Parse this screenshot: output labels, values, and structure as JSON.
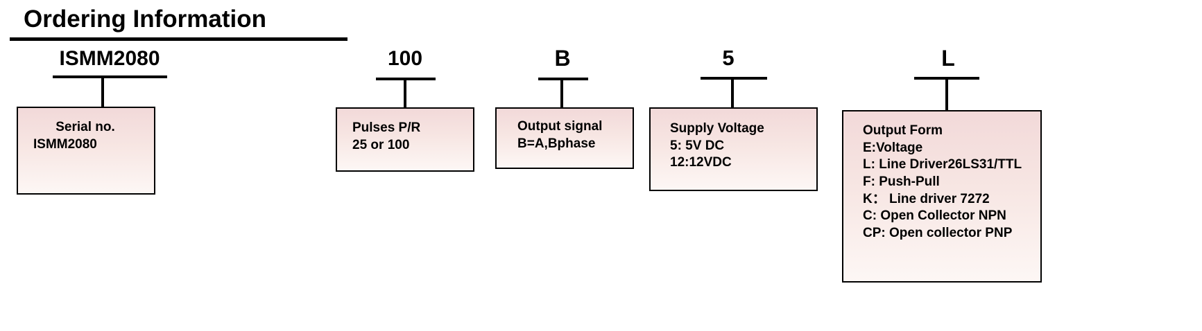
{
  "document": {
    "title": "Ordering Information"
  },
  "model": {
    "code": "ISMM2080"
  },
  "columns": [
    {
      "id": "serial-no",
      "code": "ISMM2080",
      "box_lines": [
        "Serial no.",
        "ISMM2080"
      ]
    },
    {
      "id": "pulses",
      "code": "100",
      "box_lines": [
        "Pulses P/R",
        "25 or 100"
      ]
    },
    {
      "id": "output-signal",
      "code": "B",
      "box_lines": [
        "Output signal",
        "B=A,Bphase"
      ]
    },
    {
      "id": "supply-voltage",
      "code": "5",
      "box_lines": [
        "Supply Voltage",
        "5: 5V DC",
        "12:12VDC"
      ]
    },
    {
      "id": "output-form",
      "code": "L",
      "box_lines": [
        "Output Form",
        "E:Voltage",
        "L: Line Driver26LS31/TTL",
        "F: Push-Pull",
        "K：  Line driver 7272",
        "C: Open Collector NPN",
        "CP: Open collector PNP"
      ]
    }
  ],
  "colors": {
    "box_fill_top": "#f2d9d9",
    "box_fill_bottom": "#fdf7f5",
    "line": "#000000",
    "text": "#000000",
    "background": "#ffffff"
  }
}
